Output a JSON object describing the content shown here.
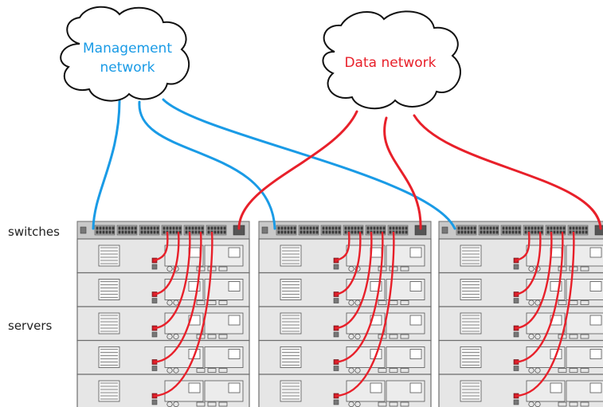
{
  "labels": {
    "management_line1": "Management",
    "management_line2": "network",
    "data_network": "Data network",
    "switches": "switches",
    "servers": "servers"
  },
  "colors": {
    "management_cable": "#1a9be6",
    "data_cable": "#e8202a",
    "management_text": "#1a9be6",
    "data_text": "#e8202a",
    "rack_fill": "#e6e6e6",
    "rack_stroke": "#6d6d6d",
    "switch_fill": "#c9c9c9"
  },
  "topology": {
    "racks": 3,
    "servers_per_rack": 5,
    "switches_per_rack": 1
  }
}
